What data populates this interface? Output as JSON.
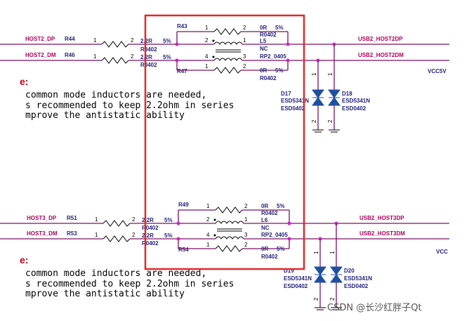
{
  "top": {
    "left_nets": [
      "HOST2_DP",
      "HOST2_DM"
    ],
    "left_refs": [
      "R44",
      "R46"
    ],
    "res_value": "2.2R",
    "res_tol": "5%",
    "pkg": "R0402",
    "r_top": "R43",
    "r_bot": "R47",
    "zero_ohm": "0R",
    "inductor": "L5",
    "nc": "NC",
    "rp": "RP2_0405",
    "out_nets": [
      "USB2_HOST2DP",
      "USB2_HOST2DM"
    ],
    "vcc": "VCC5V",
    "diodes": [
      "D17",
      "D18"
    ],
    "esd": "ESD5341N",
    "esd_pkg": "ESD0402"
  },
  "bottom": {
    "left_nets": [
      "HOST3_DP",
      "HOST3_DM"
    ],
    "left_refs": [
      "R51",
      "R53"
    ],
    "res_value": "2.2R",
    "res_tol": "5%",
    "pkg": "R0402",
    "r_top": "R49",
    "r_bot": "R54",
    "zero_ohm": "0R",
    "inductor": "L6",
    "nc": "NC",
    "rp": "RP2_0405",
    "out_nets": [
      "USB2_HOST3DP",
      "USB2_HOST3DM"
    ],
    "vcc": "VCC",
    "diodes": [
      "D19",
      "D20"
    ],
    "esd": "ESD5341N",
    "esd_pkg": "ESD0402"
  },
  "note": {
    "heading": "e:",
    "lines": [
      "common mode inductors are needed,",
      "s recommended to keep 2.2ohm in series",
      "mprove the antistatic ability"
    ]
  },
  "watermark": "CSDN @长沙红胖子Qt",
  "colors": {
    "highlight": "#e0282a",
    "wire": "#7a1060",
    "node": "#d020d0",
    "ink": "#1f1f7a"
  }
}
